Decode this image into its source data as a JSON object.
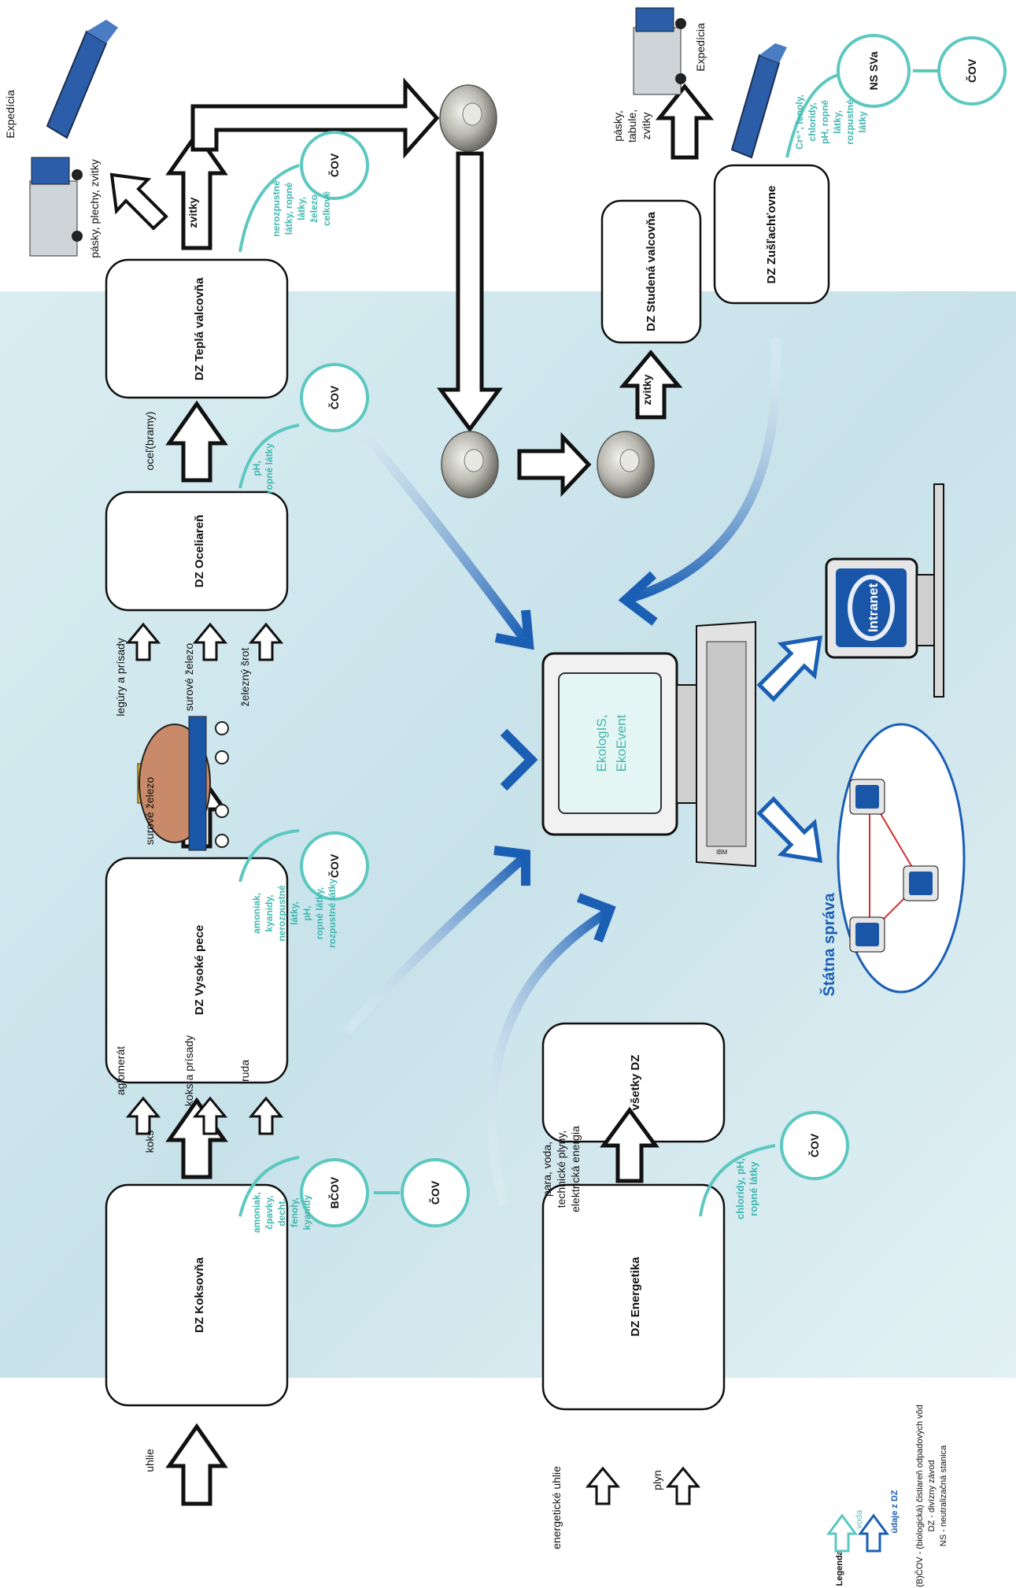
{
  "processes": {
    "koksovna": "DZ Koksovňa",
    "vysoke_pece": "DZ Vysoké pece",
    "ocelaren": "DZ Oceliareň",
    "tepla_valcovna": "DZ Teplá valcovňa",
    "studena_valcovna": "DZ Studená valcovňa",
    "zuslachtovne": "DZ Zušľachťovne",
    "energetika": "DZ Energetika",
    "vsetky_dz": "všetky DZ"
  },
  "inputs": {
    "uhlie": "uhlie",
    "koks": "koks",
    "aglomerat": "aglomerát",
    "koks_prisady": "koks a prísady",
    "ruda": "ruda",
    "surove_zelezo": "surové železo",
    "legury": "legúry a prísady",
    "surove_zelezo2": "surové železo",
    "zelezny_srot": "železný šrot",
    "ocel_bramy": "oceľ(bramy)",
    "zvitky": "zvitky",
    "zvitky2": "zvitky",
    "pasky_plechy": "pásky, plechy, zvitky",
    "expedicia": "Expedícia",
    "expedicia2": "Expedícia",
    "pasky_tabule": [
      "pásky,",
      "tabule,",
      "zvitky"
    ],
    "energeticke_uhlie": "energetické uhlie",
    "plyn": "plyn",
    "energie": [
      "para, voda,",
      "technické plyny,",
      "elektrická energia"
    ]
  },
  "water": {
    "koksovna": [
      "amoniak,",
      "čpavky,",
      "decht,",
      "fenoly,",
      "kyanidy"
    ],
    "vysoke_pece": [
      "amoniak,",
      "kyanidy,",
      "nerozpustné",
      "látky,",
      "pH,",
      "ropné látky,",
      "rozpustné látky"
    ],
    "ocelaren": [
      "pH,",
      "ropné látky"
    ],
    "tepla_valcovna": [
      "nerozpustné",
      "látky, ropné",
      "látky,",
      "železo",
      "celkové"
    ],
    "zuslachtovne": [
      "Cr⁶⁺, fenoly,",
      "chloridy,",
      "pH, ropné",
      "látky,",
      "rozpustné",
      "látky"
    ],
    "energetika": [
      "chloridy, pH,",
      "ropné látky"
    ]
  },
  "treatment": {
    "bcov": "BČOV",
    "cov": "ČOV",
    "ns_sva": "NS SVa"
  },
  "center": {
    "monitor_lines": [
      "EkologIS,",
      "EkoEvent"
    ],
    "keyboard_brand": "IBM",
    "intranet": "Intranet",
    "statna_sprava": "Štátna správa"
  },
  "legend": {
    "title": "Legenda:",
    "voda": "voda",
    "udaje": "údaje z DZ",
    "notes": [
      "(B)ČOV - (biologická) čistiareň odpadových vôd",
      "DZ - divízny závod",
      "NS - neutralizačná stanica"
    ]
  },
  "colors": {
    "water": "#5cc8c0",
    "data": "#1a5fb4",
    "ladle": "#c98a6a"
  }
}
